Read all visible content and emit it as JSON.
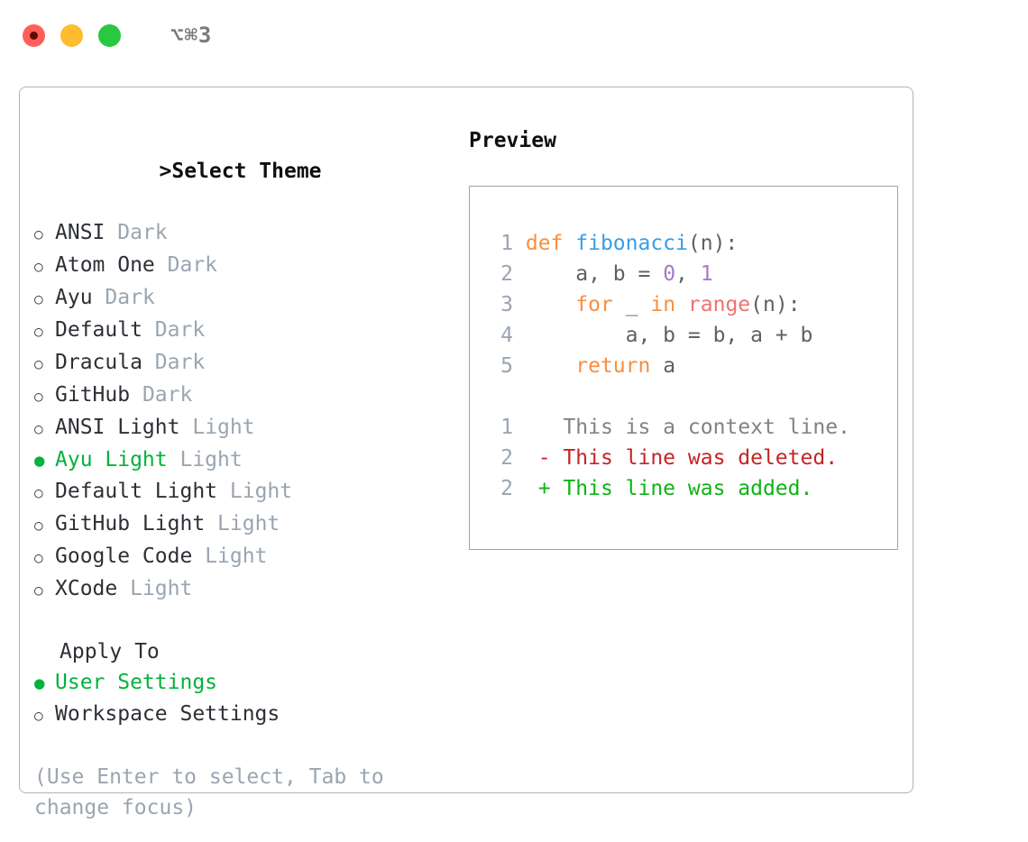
{
  "window": {
    "title": "⌥⌘3",
    "traffic_lights": [
      {
        "name": "close",
        "color": "#ff5f56"
      },
      {
        "name": "minimize",
        "color": "#febc2e"
      },
      {
        "name": "maximize",
        "color": "#28c840"
      }
    ]
  },
  "theme_list": {
    "heading": "> Select Theme",
    "caret": ">",
    "heading_text": "Select Theme",
    "marker_off": "○",
    "marker_on": "●",
    "items": [
      {
        "label": "ANSI",
        "badge": "Dark",
        "selected": false
      },
      {
        "label": "Atom One",
        "badge": "Dark",
        "selected": false
      },
      {
        "label": "Ayu",
        "badge": "Dark",
        "selected": false
      },
      {
        "label": "Default",
        "badge": "Dark",
        "selected": false
      },
      {
        "label": "Dracula",
        "badge": "Dark",
        "selected": false
      },
      {
        "label": "GitHub",
        "badge": "Dark",
        "selected": false
      },
      {
        "label": "ANSI Light",
        "badge": "Light",
        "selected": false
      },
      {
        "label": "Ayu Light",
        "badge": "Light",
        "selected": true
      },
      {
        "label": "Default Light",
        "badge": "Light",
        "selected": false
      },
      {
        "label": "GitHub Light",
        "badge": "Light",
        "selected": false
      },
      {
        "label": "Google Code",
        "badge": "Light",
        "selected": false
      },
      {
        "label": "XCode",
        "badge": "Light",
        "selected": false
      }
    ]
  },
  "apply_to": {
    "heading": "Apply To",
    "items": [
      {
        "label": "User Settings",
        "selected": true
      },
      {
        "label": "Workspace Settings",
        "selected": false
      }
    ]
  },
  "hint": "(Use Enter to select, Tab to change focus)",
  "preview": {
    "heading": "Preview",
    "code_lines": [
      {
        "n": "1",
        "tokens": [
          {
            "t": "def ",
            "c": "kw"
          },
          {
            "t": "fibonacci",
            "c": "fn"
          },
          {
            "t": "(n):",
            "c": "pl"
          }
        ]
      },
      {
        "n": "2",
        "tokens": [
          {
            "t": "    a, b = ",
            "c": "pl"
          },
          {
            "t": "0",
            "c": "num"
          },
          {
            "t": ", ",
            "c": "pl"
          },
          {
            "t": "1",
            "c": "num"
          }
        ]
      },
      {
        "n": "3",
        "tokens": [
          {
            "t": "    ",
            "c": "pl"
          },
          {
            "t": "for",
            "c": "kw"
          },
          {
            "t": " _ ",
            "c": "pl"
          },
          {
            "t": "in",
            "c": "kw"
          },
          {
            "t": " ",
            "c": "pl"
          },
          {
            "t": "range",
            "c": "bif"
          },
          {
            "t": "(n):",
            "c": "pl"
          }
        ]
      },
      {
        "n": "4",
        "tokens": [
          {
            "t": "        a, b = b, a + b",
            "c": "pl"
          }
        ]
      },
      {
        "n": "5",
        "tokens": [
          {
            "t": "    ",
            "c": "pl"
          },
          {
            "t": "return",
            "c": "kw"
          },
          {
            "t": " a",
            "c": "pl"
          }
        ]
      }
    ],
    "diff_lines": [
      {
        "n": "1",
        "sign": " ",
        "text": " This is a context line.",
        "kind": "ctx"
      },
      {
        "n": "2",
        "sign": "-",
        "text": " This line was deleted.",
        "kind": "del"
      },
      {
        "n": "2",
        "sign": "+",
        "text": " This line was added.",
        "kind": "add"
      }
    ]
  },
  "colors": {
    "accent_green": "#00b33c",
    "muted": "#9aa5b1",
    "keyword": "#fa8d3e",
    "function": "#399ee6",
    "number": "#a37acc",
    "builtin": "#f07171",
    "plain": "#5c6166",
    "diff_add": "#0fb313",
    "diff_del": "#c62424",
    "border": "#aab4c0"
  }
}
